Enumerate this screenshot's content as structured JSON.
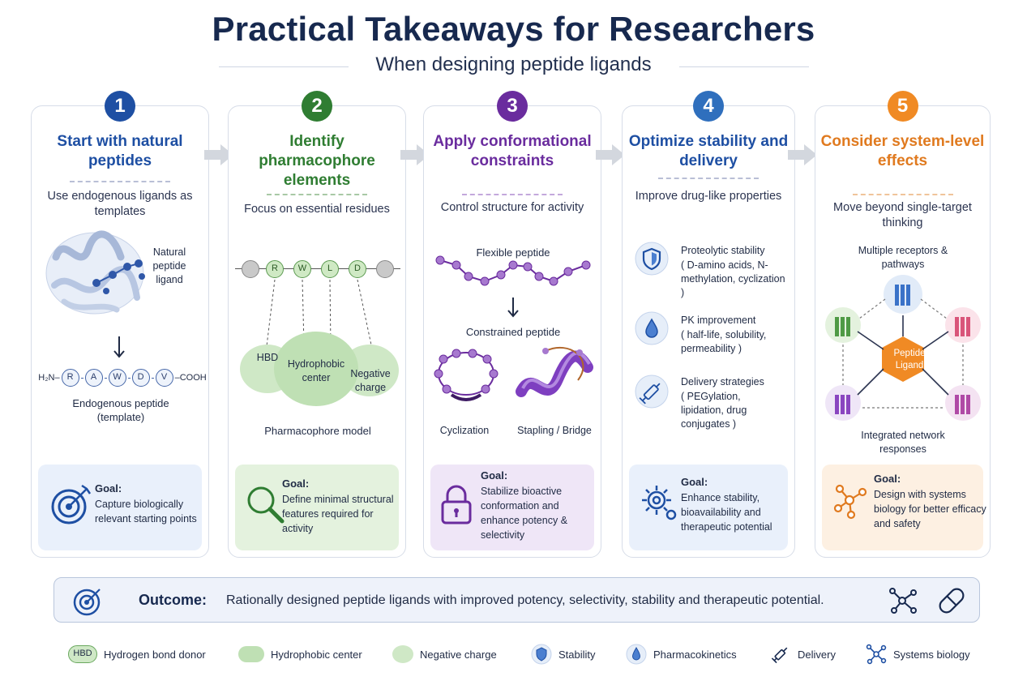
{
  "title": "Practical Takeaways for Researchers",
  "subtitle": "When designing peptide ligands",
  "colors": {
    "navy": "#17294f",
    "blue": "#1e4fa3",
    "green": "#2f7d32",
    "purple": "#6a2c9e",
    "step4": "#1e4fa3",
    "orange": "#e07a1f"
  },
  "steps": [
    {
      "number": "1",
      "title": "Start with natural peptides",
      "subtitle": "Use endogenous ligands as templates",
      "labels": {
        "natural_ligand": "Natural peptide ligand",
        "h2n": "H₂N–",
        "cooh": "–COOH",
        "residues": [
          "R",
          "A",
          "W",
          "D",
          "V"
        ],
        "caption": "Endogenous peptide (template)"
      },
      "goal_label": "Goal:",
      "goal_text": "Capture biologically relevant starting points",
      "goal_icon": "target-icon"
    },
    {
      "number": "2",
      "title": "Identify pharmacophore elements",
      "subtitle": "Focus on essential residues",
      "labels": {
        "residues": [
          "R",
          "W",
          "L",
          "D"
        ],
        "hbd": "HBD",
        "hydrophobic": "Hydrophobic center",
        "negative": "Negative charge",
        "caption": "Pharmacophore model"
      },
      "goal_label": "Goal:",
      "goal_text": "Define minimal structural features required for activity",
      "goal_icon": "magnifier-icon"
    },
    {
      "number": "3",
      "title": "Apply conformational constraints",
      "subtitle": "Control structure for activity",
      "labels": {
        "flexible": "Flexible peptide",
        "constrained": "Constrained peptide",
        "cyclization": "Cyclization",
        "stapling": "Stapling / Bridge"
      },
      "goal_label": "Goal:",
      "goal_text": "Stabilize bioactive conformation and enhance potency & selectivity",
      "goal_icon": "lock-icon"
    },
    {
      "number": "4",
      "title": "Optimize stability and delivery",
      "subtitle": "Improve drug-like properties",
      "items": [
        {
          "icon": "shield-icon",
          "heading": "Proteolytic stability",
          "detail": "( D-amino acids, N-methylation, cyclization )"
        },
        {
          "icon": "droplet-icon",
          "heading": "PK improvement",
          "detail": "( half-life, solubility, permeability )"
        },
        {
          "icon": "syringe-icon",
          "heading": "Delivery strategies",
          "detail": "( PEGylation, lipidation, drug conjugates )"
        }
      ],
      "goal_label": "Goal:",
      "goal_text": "Enhance stability, bioavailability and therapeutic potential",
      "goal_icon": "gear-icon"
    },
    {
      "number": "5",
      "title": "Consider system-level effects",
      "subtitle": "Move beyond single-target thinking",
      "labels": {
        "receptors": "Multiple receptors & pathways",
        "ligand": "Peptide Ligand",
        "network": "Integrated network responses"
      },
      "goal_label": "Goal:",
      "goal_text": "Design with systems biology for better efficacy and safety",
      "goal_icon": "network-icon"
    }
  ],
  "outcome": {
    "label": "Outcome:",
    "text": "Rationally designed peptide ligands with improved potency, selectivity, stability and therapeutic potential."
  },
  "legend": [
    {
      "key": "hbd",
      "badge": "HBD",
      "label": "Hydrogen bond donor"
    },
    {
      "key": "hydrophobic",
      "label": "Hydrophobic center"
    },
    {
      "key": "negative",
      "label": "Negative charge"
    },
    {
      "key": "stability",
      "label": "Stability"
    },
    {
      "key": "pk",
      "label": "Pharmacokinetics"
    },
    {
      "key": "delivery",
      "label": "Delivery"
    },
    {
      "key": "systems",
      "label": "Systems biology"
    }
  ]
}
